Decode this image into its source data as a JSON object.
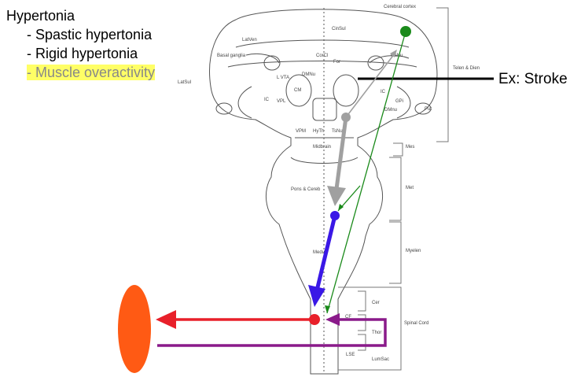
{
  "text_panel": {
    "heading": "Hypertonia",
    "items": [
      "- Spastic hypertonia",
      "- Rigid hypertonia",
      "- Muscle overactivity"
    ]
  },
  "callout": {
    "label": "Ex: Stroke"
  },
  "brain_labels": {
    "cerebral_cortex": "Cerebral cortex",
    "cinsul": "CinSul",
    "latven": "LatVen",
    "basal_ganglia": "Basal ganglia",
    "corcl": "CorCl",
    "for": "For",
    "cau": "CaNu",
    "latsul": "LatSul",
    "lvta": "L VTA",
    "dmnu": "DMNu",
    "cm": "CM",
    "vpl": "VPL",
    "ic": "IC",
    "vpm": "VPM",
    "hyth": "HyTh",
    "tsnu": "TsNu",
    "midbrain": "Midbrain",
    "pons_cereb": "Pons & Cereb",
    "medul": "Medul",
    "icr": "IC",
    "gpi": "GPi",
    "put": "Put",
    "dmnu2": "DMnu"
  },
  "scale_labels": {
    "telen_dien": "Telen & Dien",
    "mes": "Mes",
    "met": "Met",
    "mylen": "Myelen",
    "spinal_cord": "Spinal Cord",
    "cer": "Cer",
    "cf": "CF",
    "thor": "Thor",
    "lumsac": "LumSac",
    "lse": "LSE"
  },
  "colors": {
    "green_pathway": "#1a8a1a",
    "gray_pathway": "#a0a0a0",
    "blue_pathway": "#3a18e6",
    "red_pathway": "#e8202a",
    "purple_pathway": "#8a1a8a",
    "muscle": "#ff5a14",
    "outline": "#555555",
    "highlight": "#ffff66"
  },
  "icons": {
    "muscle": "muscle-ellipse-icon",
    "cortex_neuron": "green-neuron-icon",
    "thalamus_node": "gray-node-icon",
    "brainstem_node": "blue-node-icon",
    "spinal_node": "red-node-icon"
  }
}
